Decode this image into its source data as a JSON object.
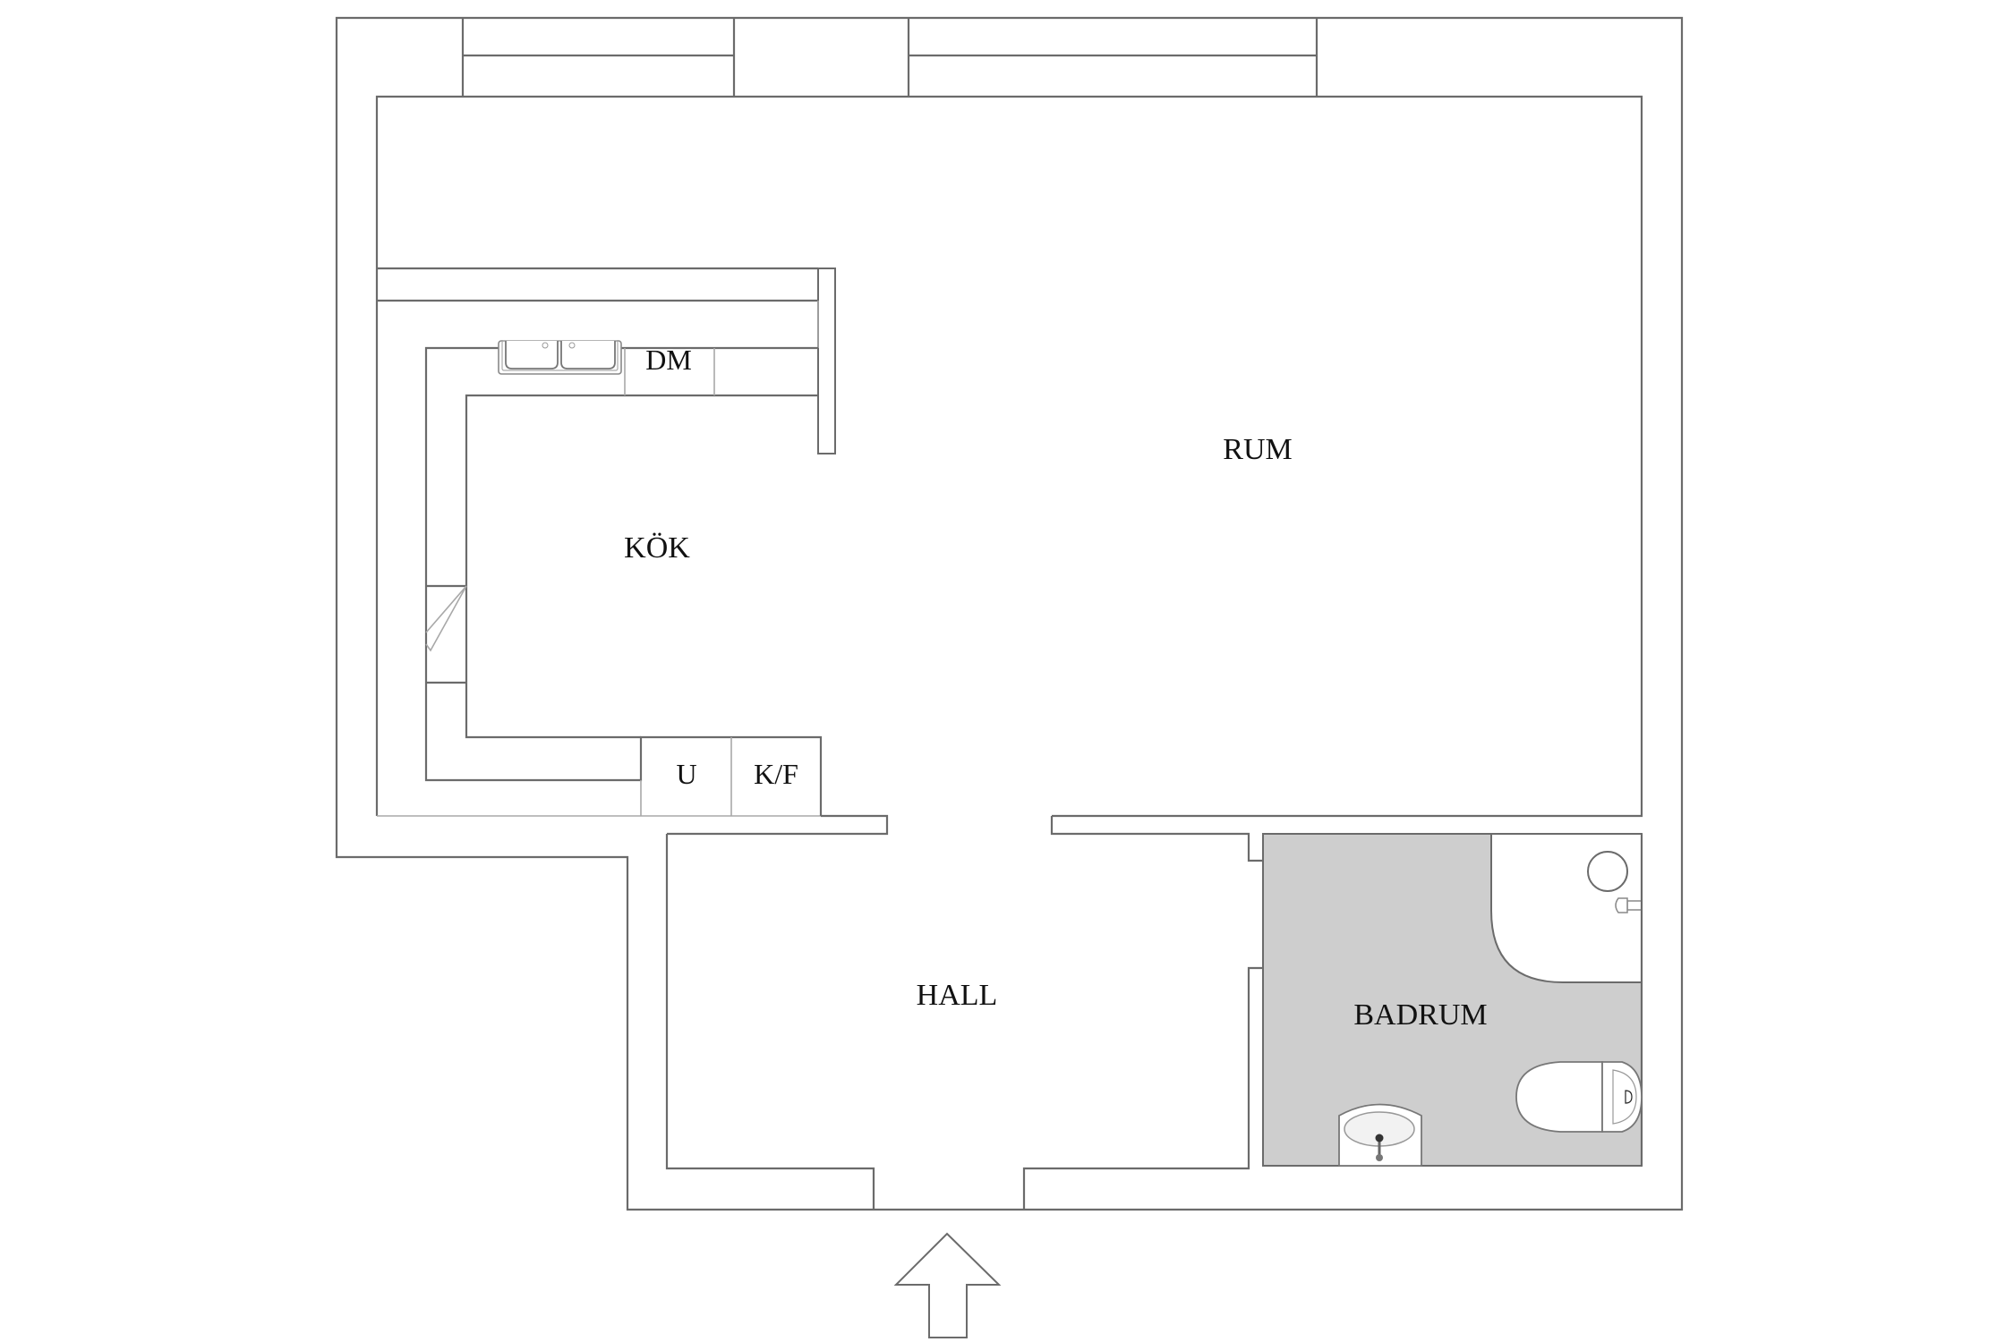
{
  "plan": {
    "rooms": [
      {
        "id": "rum",
        "label": "RUM"
      },
      {
        "id": "kok",
        "label": "KÖK"
      },
      {
        "id": "hall",
        "label": "HALL"
      },
      {
        "id": "badrum",
        "label": "BADRUM"
      }
    ],
    "appliances": [
      {
        "id": "dm",
        "label": "DM"
      },
      {
        "id": "u",
        "label": "U"
      },
      {
        "id": "kf",
        "label": "K/F"
      }
    ],
    "colors": {
      "wall": "#6b6b6b",
      "bathroom_floor": "#cecece",
      "background": "#ffffff"
    },
    "entrance": "entrance-arrow"
  }
}
